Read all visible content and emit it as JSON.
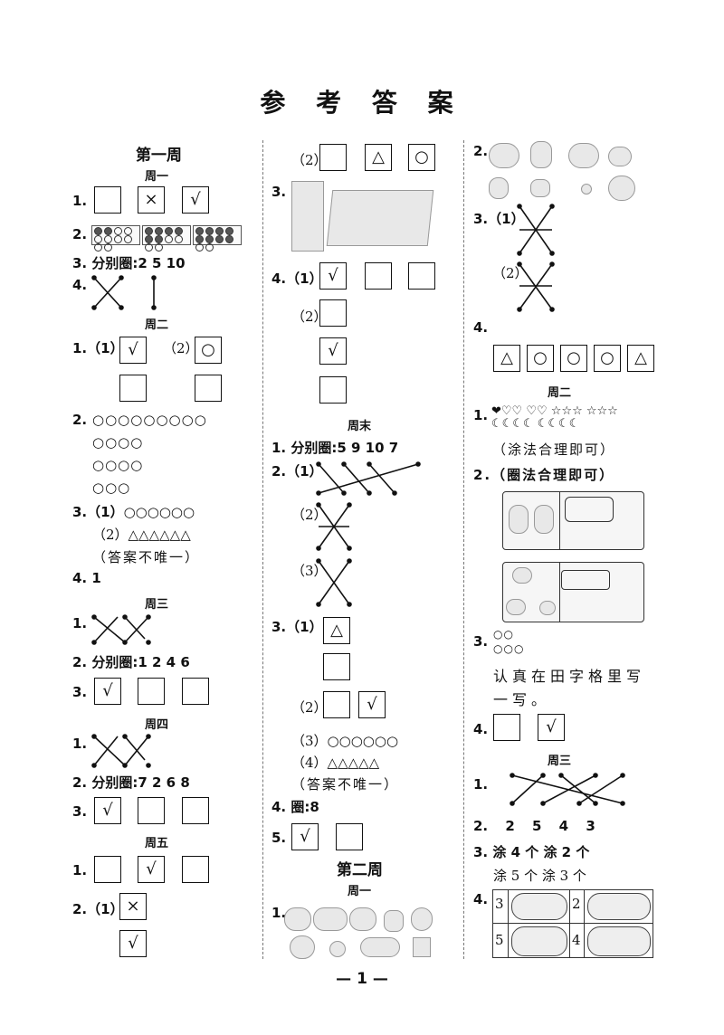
{
  "title": "参 考 答 案",
  "page_number": "— 1 —",
  "col1": {
    "week": "第一周",
    "d1": "周一",
    "d1_q1": [
      "1.",
      "",
      "×",
      "√"
    ],
    "d1_q2": "2.",
    "d1_q3": "3. 分别圈:2 5 10",
    "d1_q4": "4.",
    "d2": "周二",
    "d2_q1a": "1.（1）",
    "d2_q1b": "（2）",
    "d2_q1_marks": [
      "√",
      "○",
      "",
      ""
    ],
    "d2_q2": "2.",
    "d2_q2_lines": [
      "○○○○○○○○○",
      "○○○○",
      "○○○○",
      "○○○"
    ],
    "d2_q3a": "3.（1）○○○○○○",
    "d2_q3b": "（2）△△△△△△",
    "d2_q3c": "（答案不唯一）",
    "d2_q4": "4. 1",
    "d3": "周三",
    "d3_q1": "1.",
    "d3_q2": "2. 分别圈:1 2 4 6",
    "d3_q3": "3.",
    "d3_q3_marks": [
      "√",
      "",
      ""
    ],
    "d4": "周四",
    "d4_q1": "1.",
    "d4_q2": "2. 分别圈:7 2 6 8",
    "d4_q3": "3.",
    "d4_q3_marks": [
      "√",
      "",
      ""
    ],
    "d5": "周五",
    "d5_q1": "1.",
    "d5_q1_marks": [
      "",
      "√",
      ""
    ],
    "d5_q2": "2.（1）",
    "d5_q2_marks": [
      "×",
      "√"
    ]
  },
  "col2": {
    "q2_2": "（2）",
    "q2_2_marks": [
      "",
      "△",
      "○"
    ],
    "q3": "3.",
    "q4_1": "4.（1）",
    "q4_1_marks": [
      "√",
      "",
      ""
    ],
    "q4_2": "（2）",
    "q4_2_marks": [
      "",
      "√",
      ""
    ],
    "weekend": "周末",
    "w_q1": "1. 分别圈:5 9 10 7",
    "w_q2_1": "2.（1）",
    "w_q2_2": "（2）",
    "w_q2_3": "（3）",
    "w_q3_1": "3.（1）",
    "w_q3_1_marks": [
      "△",
      ""
    ],
    "w_q3_2": "（2）",
    "w_q3_2_marks": [
      "",
      "√"
    ],
    "w_q3_3": "（3）○○○○○○",
    "w_q3_4": "（4）△△△△△",
    "w_q3_5": "（答案不唯一）",
    "w_q4": "4. 圈:8",
    "w_q5": "5.",
    "w_q5_marks": [
      "√",
      ""
    ],
    "week2": "第二周",
    "week2_d1": "周一",
    "week2_q1": "1."
  },
  "col3": {
    "q2": "2.",
    "q3_1": "3.（1）",
    "q3_2": "（2）",
    "q4": "4.",
    "q4_marks": [
      "△",
      "○",
      "○",
      "○",
      "△",
      "○"
    ],
    "d2": "周二",
    "d2_q1": "1.",
    "d2_q1_glyphs": "❤♡♡ ♡♡   ☆☆☆ ☆☆☆   ☾☾☾☾ ☾☾☾☾",
    "d2_q1_note": "（涂法合理即可）",
    "d2_q2": "2.（圈法合理即可）",
    "d2_q3": "3.",
    "d2_q3_lines": [
      "○○",
      "○○○"
    ],
    "d2_q3_text1": "认真在田字格里写",
    "d2_q3_text2": "一写。",
    "d2_q4": "4.",
    "d2_q4_marks": [
      "",
      "√"
    ],
    "d3": "周三",
    "d3_q1": "1.",
    "d3_q2": "2. 2  5  4  3",
    "d3_q3a": "3. 涂 4 个  涂 2 个",
    "d3_q3b": "涂 5 个  涂 3 个",
    "d3_q4": "4.",
    "d3_q4_nums": [
      "3",
      "2",
      "5",
      "4"
    ]
  },
  "colors": {
    "ink": "#111111",
    "dash": "#777777"
  }
}
